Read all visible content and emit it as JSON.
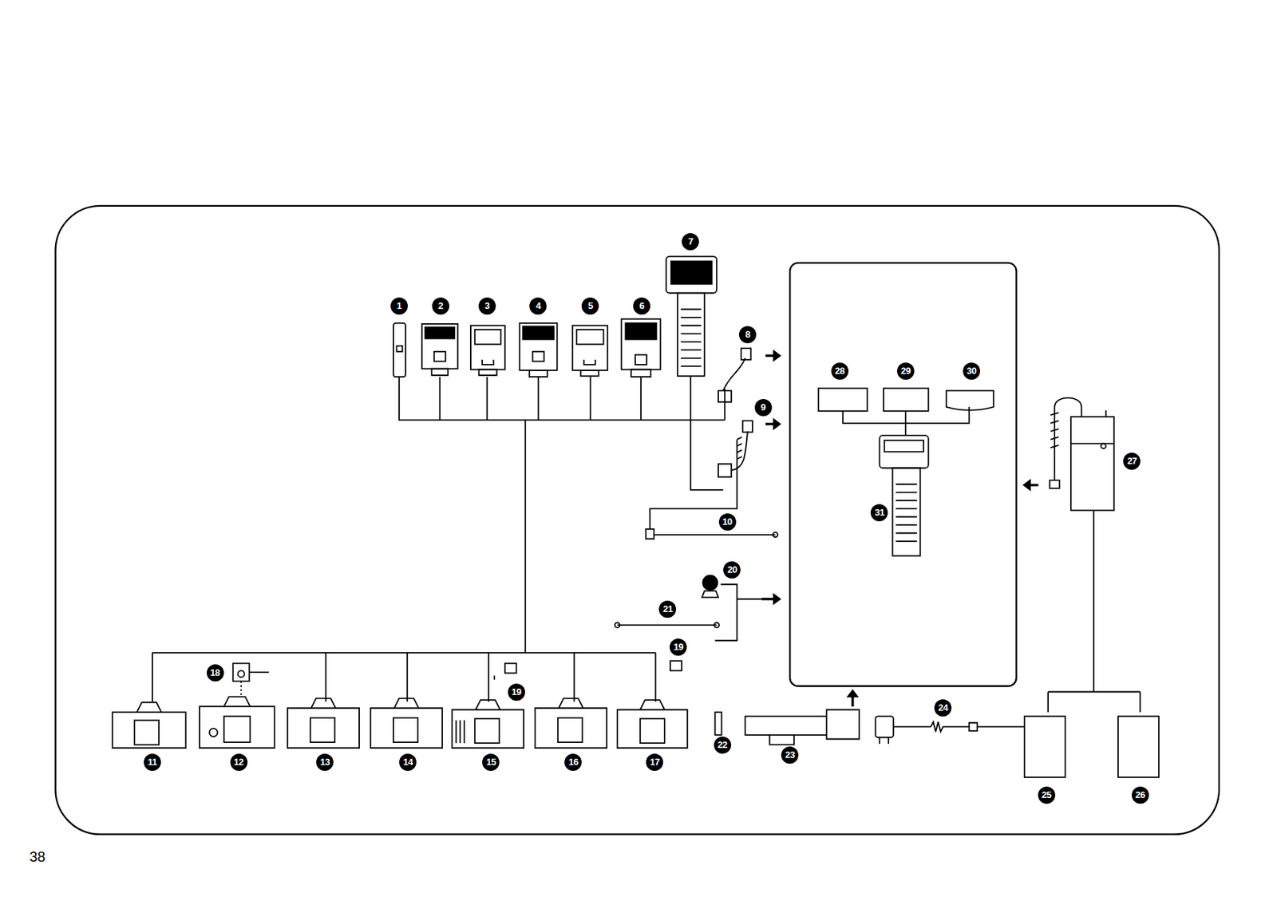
{
  "diagram": {
    "labels": [
      "1",
      "2",
      "3",
      "4",
      "5",
      "6",
      "7",
      "8",
      "9",
      "10",
      "11",
      "12",
      "13",
      "14",
      "15",
      "16",
      "17",
      "18",
      "19",
      "19",
      "20",
      "21",
      "22",
      "23",
      "24",
      "25",
      "26",
      "27",
      "28",
      "29",
      "30",
      "31",
      "38"
    ]
  }
}
